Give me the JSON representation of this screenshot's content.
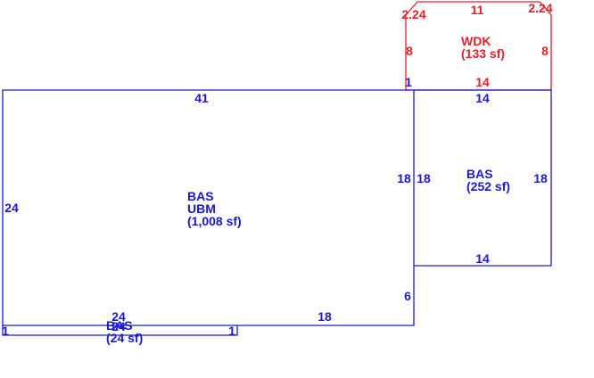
{
  "colors": {
    "blue": "#1a1acc",
    "red": "#e0222a",
    "background": "#ffffff"
  },
  "areas": {
    "wdk": {
      "code": "WDK",
      "area": "(133 sf)"
    },
    "bas_right": {
      "code": "BAS",
      "area": "(252 sf)"
    },
    "bas_main": {
      "code": "BAS",
      "code2": "UBM",
      "area": "(1,008 sf)"
    },
    "bas_strip": {
      "code": "BAS",
      "area": "(24 sf)"
    }
  },
  "dims": {
    "wdk_top": "11",
    "wdk_left": "8",
    "wdk_right": "8",
    "wdk_bottom": "14",
    "wdk_corner_left": "2.24",
    "wdk_corner_right": "2.24",
    "wdk_small": "1",
    "main_top": "41",
    "main_left": "24",
    "main_right": "18",
    "main_right_lower": "6",
    "main_bottom": "18",
    "right_top": "14",
    "right_left": "18",
    "right_right": "18",
    "right_bottom": "14",
    "strip_top": "24",
    "strip_bottom": "24",
    "strip_left": "1",
    "strip_right": "1"
  }
}
